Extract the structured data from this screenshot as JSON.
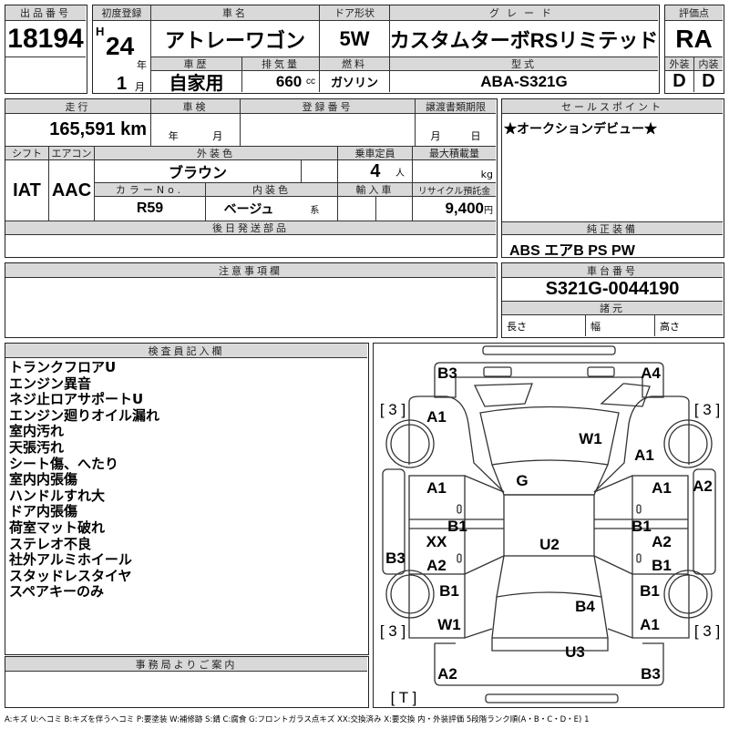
{
  "lot": {
    "label": "出品番号",
    "value": "18194"
  },
  "first_reg": {
    "label": "初度登録",
    "era": "H",
    "year": "24",
    "year_unit": "年",
    "month": "1",
    "month_unit": "月"
  },
  "car_name": {
    "label": "車名",
    "value": "アトレーワゴン"
  },
  "door": {
    "label": "ドア形状",
    "value": "5W"
  },
  "grade": {
    "label": "グレード",
    "value": "カスタムターボRSリミテッド"
  },
  "score": {
    "label": "評価点",
    "value": "RA",
    "ext_label": "外装",
    "int_label": "内装",
    "ext": "D",
    "int": "D"
  },
  "history": {
    "label": "車歴",
    "value": "自家用"
  },
  "displacement": {
    "label": "排気量",
    "value": "660",
    "unit": "cc"
  },
  "fuel": {
    "label": "燃料",
    "value": "ガソリン"
  },
  "model": {
    "label": "型式",
    "value": "ABA-S321G"
  },
  "mileage": {
    "label": "走行",
    "value": "165,591 km"
  },
  "inspection": {
    "label": "車検",
    "year_unit": "年",
    "month_unit": "月"
  },
  "reg_no": {
    "label": "登録番号"
  },
  "transfer": {
    "label": "譲渡書類期限",
    "month_unit": "月",
    "day_unit": "日"
  },
  "shift": {
    "label": "シフト",
    "value": "IAT"
  },
  "ac": {
    "label": "エアコン",
    "value": "AAC"
  },
  "ext_color": {
    "label": "外装色",
    "value": "ブラウン"
  },
  "capacity": {
    "label": "乗車定員",
    "value": "4",
    "unit": "人"
  },
  "max_load": {
    "label": "最大積載量",
    "unit": "kg"
  },
  "color_no": {
    "label": "カラーNo.",
    "value": "R59"
  },
  "int_color": {
    "label": "内装色",
    "value": "ベージュ",
    "unit": "系"
  },
  "import": {
    "label": "輸入車"
  },
  "recycle": {
    "label": "リサイクル預託金",
    "value": "9,400",
    "unit": "円"
  },
  "later_parts": {
    "label": "後日発送部品"
  },
  "sales_point": {
    "label": "セールスポイント",
    "value": "★オークションデビュー★"
  },
  "equipment": {
    "label": "純正装備",
    "value": "ABS エアB PS PW"
  },
  "notes": {
    "label": "注意事項欄"
  },
  "chassis": {
    "label": "車台番号",
    "value": "S321G-0044190"
  },
  "specs": {
    "label": "諸元",
    "length": "長さ",
    "width": "幅",
    "height": "高さ"
  },
  "inspector": {
    "label": "検査員記入欄",
    "items": [
      "トランクフロアU",
      "エンジン異音",
      "ネジ止ロアサポートU",
      "エンジン廻りオイル漏れ",
      "室内汚れ",
      "天張汚れ",
      "シート傷、へたり",
      "室内内張傷",
      "ハンドルすれ大",
      "ドア内張傷",
      "荷室マット破れ",
      "ステレオ不良",
      "社外アルミホイール",
      "スタッドレスタイヤ",
      "スペアキーのみ"
    ]
  },
  "office": {
    "label": "事務局よりご案内"
  },
  "diagram": {
    "marks": [
      "B3",
      "A4",
      "[ 3 ]",
      "[ 3 ]",
      "A1",
      "W1",
      "A1",
      "A2",
      "G",
      "A1",
      "A1",
      "B1",
      "B1",
      "XX",
      "U2",
      "A2",
      "B3",
      "A2",
      "B1",
      "B1",
      "B1",
      "B4",
      "W1",
      "A1",
      "[ 3 ]",
      "[ 3 ]",
      "U3",
      "A2",
      "B3",
      "[ T ]"
    ]
  },
  "legend": "A:キズ U:ヘコミ B:キズを伴うヘコミ P:要塗装 W:補修跡 S:錆 C:腐食 G:フロントガラス点キズ XX:交換済み X:要交換 内・外装評価 5段階ランク順(A・B・C・D・E) 1"
}
